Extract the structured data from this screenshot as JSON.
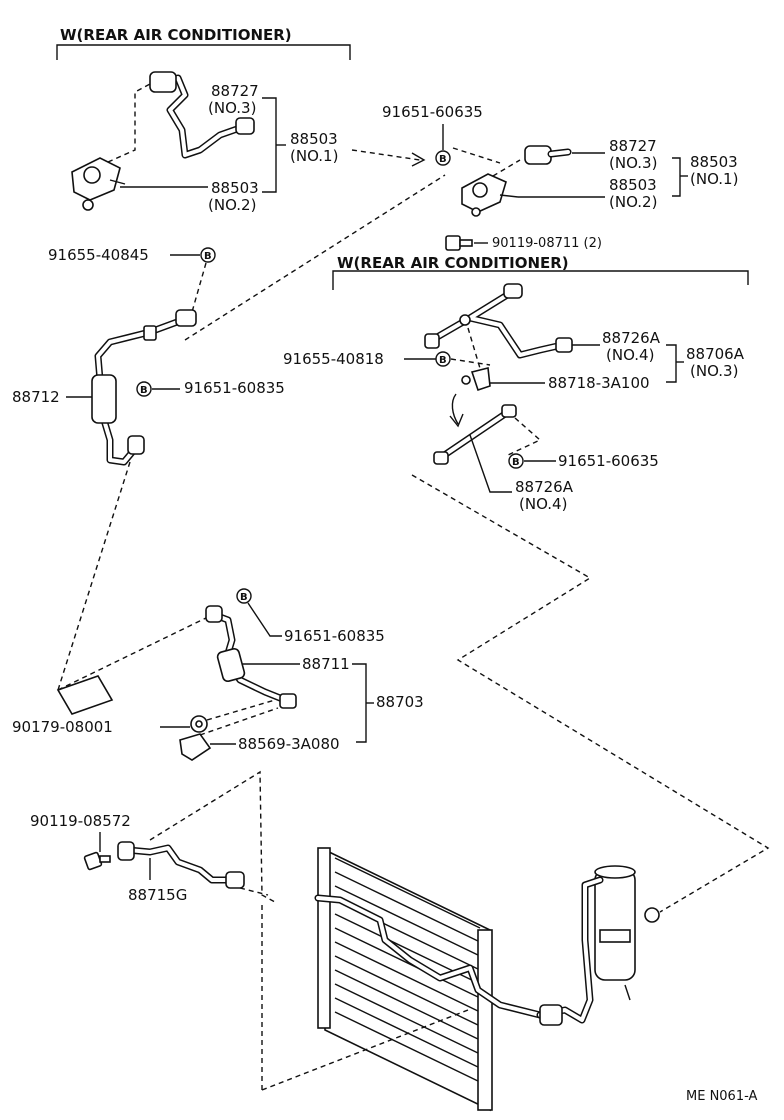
{
  "headers": {
    "rear_ac_top": "W(REAR AIR CONDITIONER)",
    "rear_ac_mid": "W(REAR AIR CONDITIONER)"
  },
  "labels": {
    "p88727_a": "88727",
    "p88727_a_no": "(NO.3)",
    "p88503_a_group": "88503",
    "p88503_a_group_no": "(NO.1)",
    "p88503_a2": "88503",
    "p88503_a2_no": "(NO.2)",
    "p91651_60635_top": "91651-60635",
    "p88727_b": "88727",
    "p88727_b_no": "(NO.3)",
    "p88503_b_group": "88503",
    "p88503_b_group_no": "(NO.1)",
    "p88503_b2": "88503",
    "p88503_b2_no": "(NO.2)",
    "p90119_08711": "90119-08711 (2)",
    "p91655_40845": "91655-40845",
    "p88712": "88712",
    "p91651_60835_a": "91651-60835",
    "p88726a_a": "88726A",
    "p88726a_a_no": "(NO.4)",
    "p88706a": "88706A",
    "p88706a_no": "(NO.3)",
    "p91655_40818": "91655-40818",
    "p88718_3a100": "88718-3A100",
    "p91651_60635_mid": "91651-60635",
    "p88726a_b": "88726A",
    "p88726a_b_no": "(NO.4)",
    "p91651_60835_b": "91651-60835",
    "p88711": "88711",
    "p88703": "88703",
    "p90179_08001": "90179-08001",
    "p88569_3a080": "88569-3A080",
    "p90119_08572": "90119-08572",
    "p88715g": "88715G",
    "footer_code": "ME N061-A"
  },
  "bolt_mark": "B"
}
